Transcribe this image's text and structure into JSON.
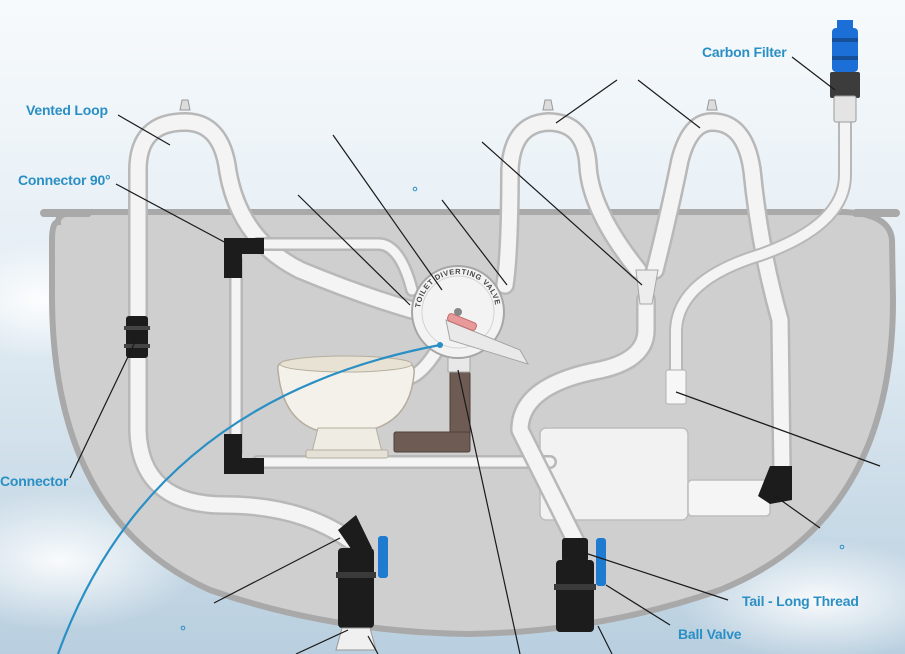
{
  "labels": {
    "carbon_filter": "Carbon Filter",
    "vented_loop": "Vented Loop",
    "connector_90": "Connector 90°",
    "connector": "Connector",
    "tail_long_thread": "Tail - Long Thread",
    "ball_valve": "Ball Valve",
    "diverting_valve": "TOILET DIVERTING VALVE"
  },
  "colors": {
    "label_text": "#2a8fc4",
    "hull": "#cfcfcf",
    "hull_rim": "#a9a9a9",
    "hose": "#f4f4f4",
    "hose_outline": "#b8b8b8",
    "fitting_black": "#1c1c1c",
    "valve_handle": "#1e7bd0",
    "filter_blue": "#1c6fd6",
    "toilet_pipe": "#6e5c54",
    "curve_line": "#2a8fc4",
    "leader_line": "#1a1a1a"
  }
}
